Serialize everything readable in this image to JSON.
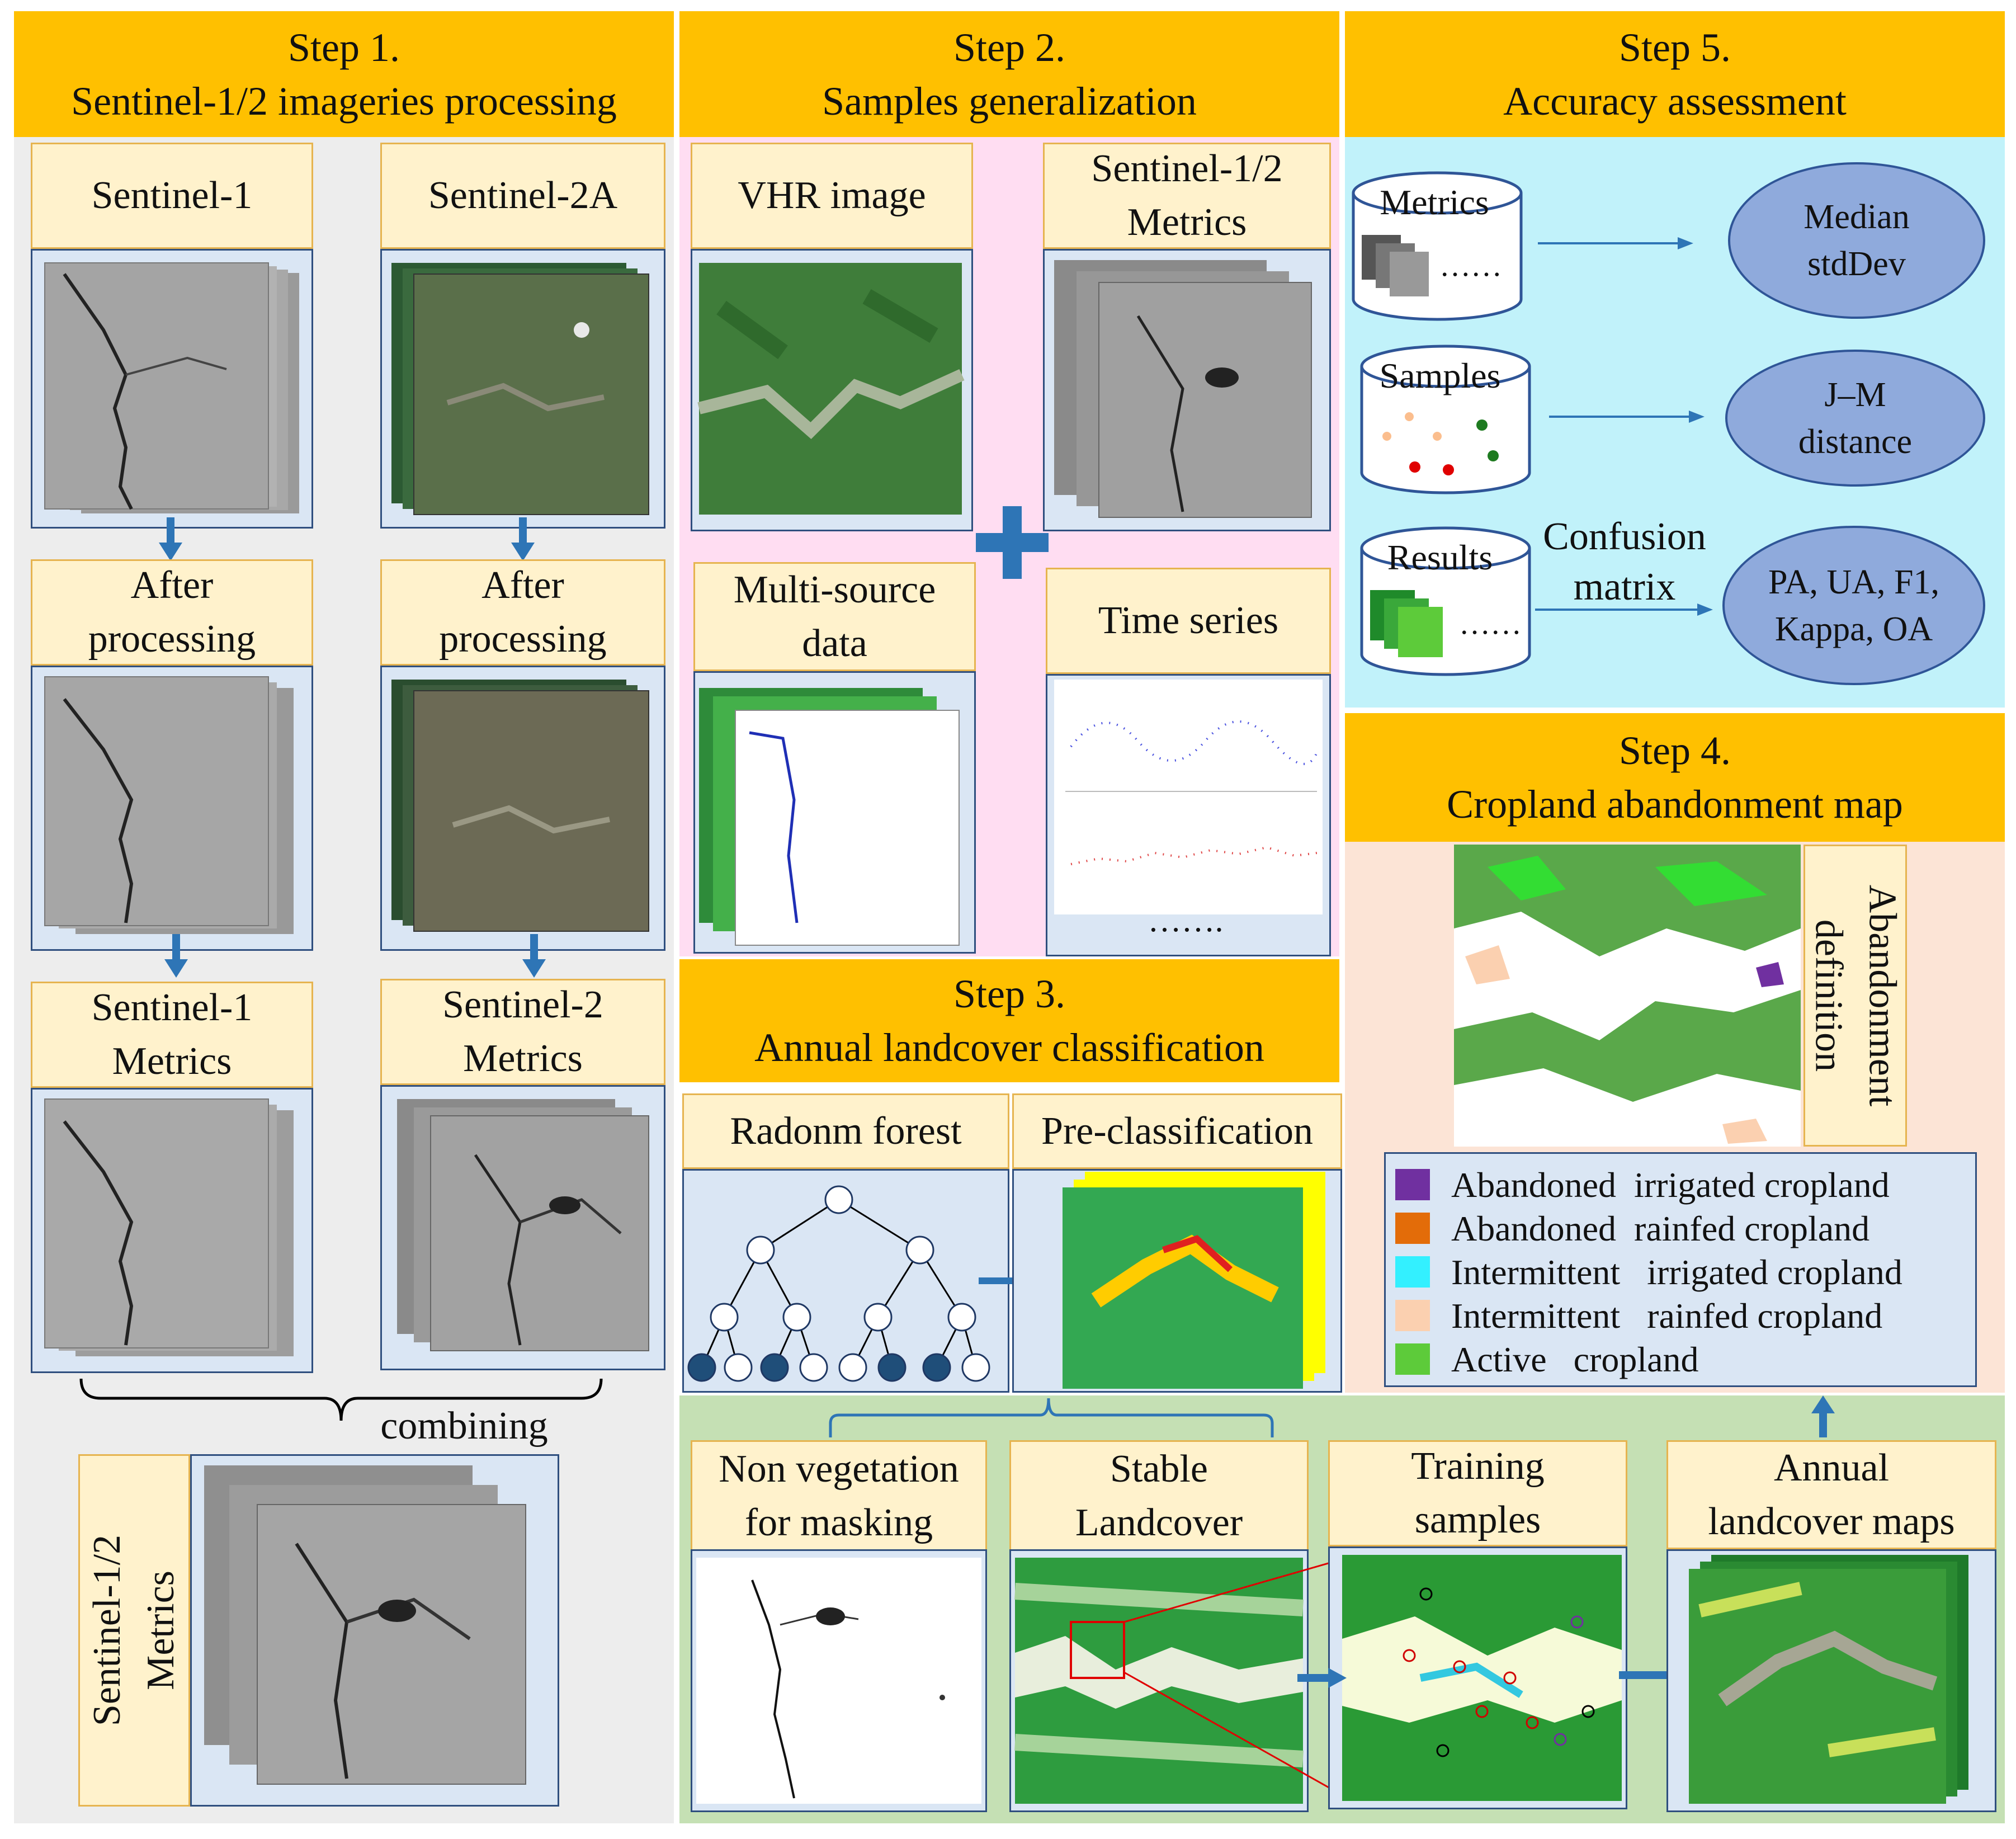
{
  "colors": {
    "header": "#FFC000",
    "label_fill": "#FFF2CC",
    "panel_step1": "#EDEDED",
    "panel_step2": "#FFDDF2",
    "panel_step5": "#C1F2FA",
    "panel_step4": "#FCE4D6",
    "panel_step3_bottom": "#C5E0B4",
    "arrow": "#2E75B6",
    "ellipse": "#8FAADC"
  },
  "step1": {
    "title": "Step 1.",
    "subtitle": "Sentinel-1/2 imageries processing",
    "s1_label": "Sentinel-1",
    "s2_label": "Sentinel-2A",
    "s1_after": [
      "After",
      "processing"
    ],
    "s2_after": [
      "After",
      "processing"
    ],
    "s1_metrics": [
      "Sentinel-1",
      "Metrics"
    ],
    "s2_metrics": [
      "Sentinel-2",
      "Metrics"
    ],
    "combining": "combining",
    "combined": [
      "Sentinel-1/2",
      "Metrics"
    ]
  },
  "step2": {
    "title": "Step 2.",
    "subtitle": "Samples generalization",
    "vhr": "VHR image",
    "s12_metrics": [
      "Sentinel-1/2",
      "Metrics"
    ],
    "multi_source": [
      "Multi-source",
      "data"
    ],
    "time_series": "Time series",
    "ellipsis": "……."
  },
  "step5": {
    "title": "Step 5.",
    "subtitle": "Accuracy assessment",
    "metrics_db": "Metrics",
    "metrics_dots": "……",
    "median": [
      "Median",
      "stdDev"
    ],
    "samples_db": "Samples",
    "jm": [
      "J–M",
      "distance"
    ],
    "results_db": "Results",
    "results_dots": "……",
    "confusion": [
      "Confusion",
      "matrix"
    ],
    "accuracy": [
      "PA, UA, F1,",
      "Kappa, OA"
    ]
  },
  "step4": {
    "title": "Step 4.",
    "subtitle": "Cropland abandonment map",
    "definition": [
      "Abandonment",
      "definition"
    ],
    "legend": [
      {
        "label": "Abandoned  irrigated cropland",
        "color": "#7030A0"
      },
      {
        "label": "Abandoned  rainfed cropland",
        "color": "#E36C09"
      },
      {
        "label": "Intermittent   irrigated cropland",
        "color": "#33F0FF"
      },
      {
        "label": "Intermittent   rainfed cropland",
        "color": "#FBD0B0"
      },
      {
        "label": "Active   cropland",
        "color": "#5DCB3A"
      }
    ]
  },
  "step3": {
    "title": "Step 3.",
    "subtitle": "Annual landcover classification",
    "rf": "Radonm forest",
    "preclass": "Pre-classification",
    "nonveg": [
      "Non vegetation",
      "for masking"
    ],
    "stable": [
      "Stable",
      "Landcover"
    ],
    "training": [
      "Training",
      "samples"
    ],
    "annual": [
      "Annual",
      "landcover maps"
    ]
  }
}
